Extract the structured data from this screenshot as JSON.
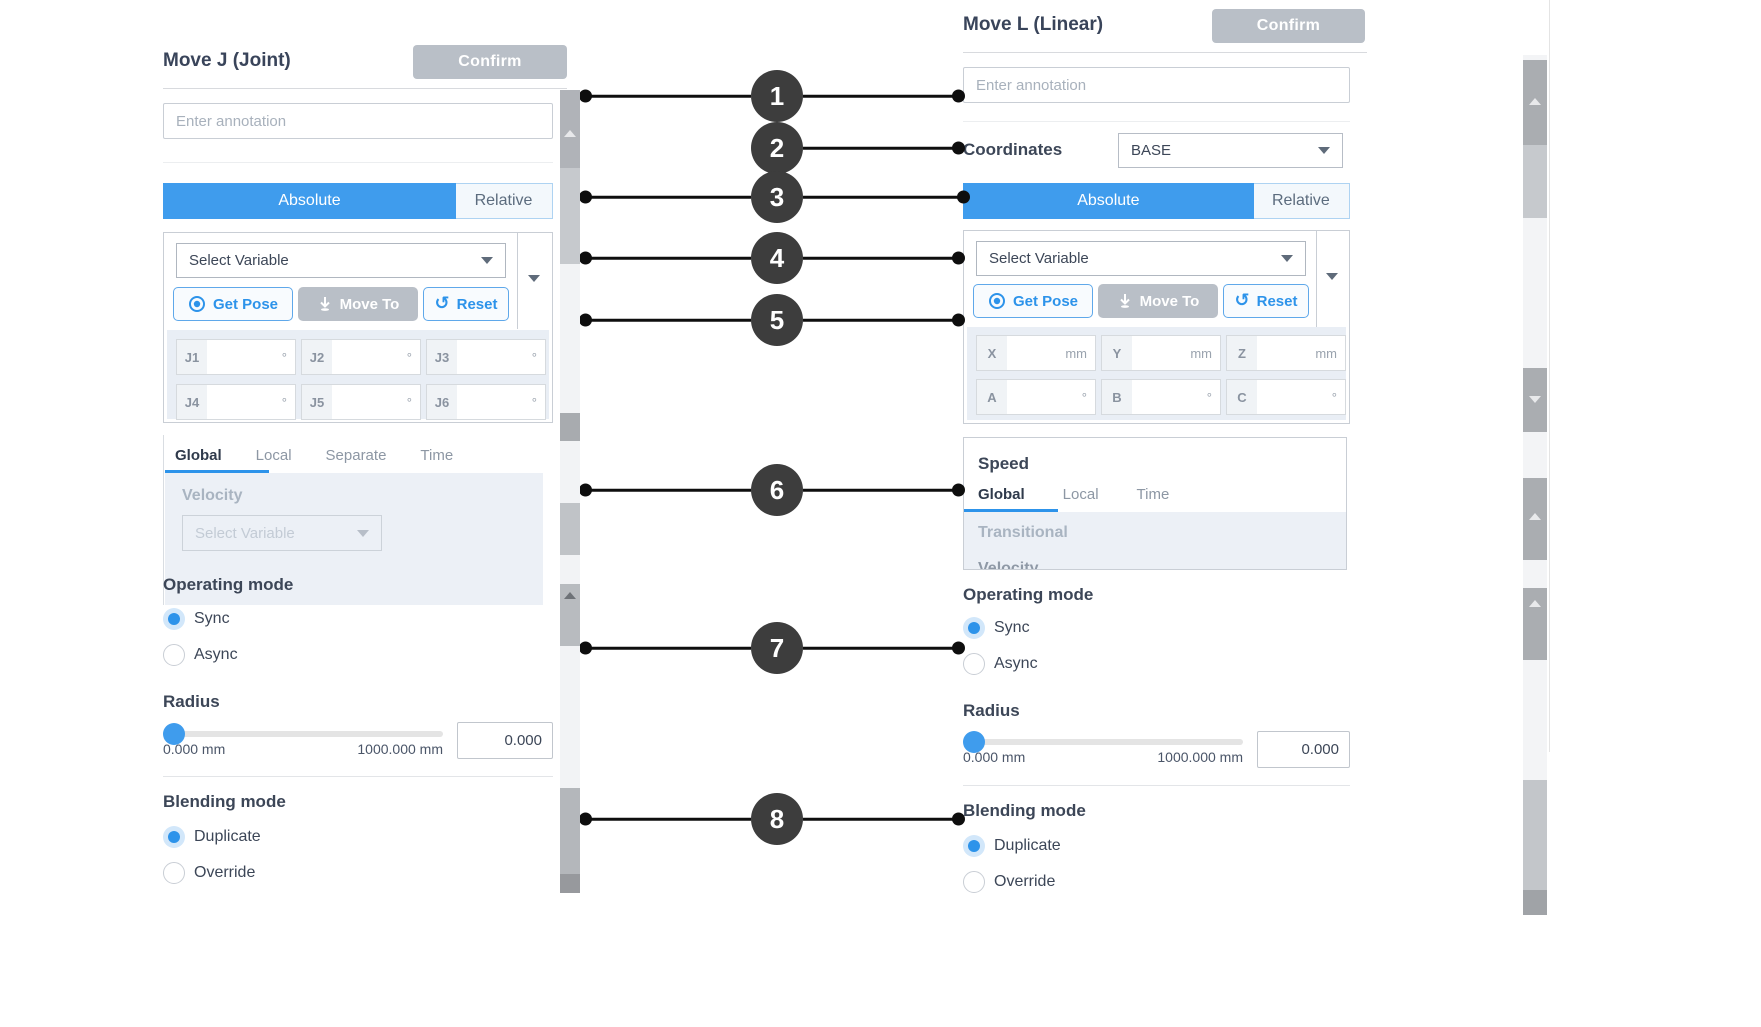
{
  "callouts": [
    "1",
    "2",
    "3",
    "4",
    "5",
    "6",
    "7",
    "8"
  ],
  "left": {
    "title": "Move J (Joint)",
    "confirm_label": "Confirm",
    "annotation_placeholder": "Enter annotation",
    "tabs": {
      "absolute": "Absolute",
      "relative": "Relative"
    },
    "variable_placeholder": "Select Variable",
    "buttons": {
      "get_pose": "Get Pose",
      "move_to": "Move To",
      "reset": "Reset"
    },
    "joints": [
      {
        "label": "J1",
        "unit": "°"
      },
      {
        "label": "J2",
        "unit": "°"
      },
      {
        "label": "J3",
        "unit": "°"
      },
      {
        "label": "J4",
        "unit": "°"
      },
      {
        "label": "J5",
        "unit": "°"
      },
      {
        "label": "J6",
        "unit": "°"
      }
    ],
    "speed_tabs": [
      "Global",
      "Local",
      "Separate",
      "Time"
    ],
    "velocity": {
      "label": "Velocity",
      "select_placeholder": "Select Variable"
    },
    "operating_mode": {
      "heading": "Operating mode",
      "options": [
        "Sync",
        "Async"
      ],
      "selected": "Sync"
    },
    "radius": {
      "heading": "Radius",
      "min_label": "0.000 mm",
      "max_label": "1000.000 mm",
      "value": "0.000"
    },
    "blending": {
      "heading": "Blending mode",
      "options": [
        "Duplicate",
        "Override"
      ],
      "selected": "Duplicate"
    }
  },
  "right": {
    "title": "Move L (Linear)",
    "confirm_label": "Confirm",
    "annotation_placeholder": "Enter annotation",
    "coordinates": {
      "label": "Coordinates",
      "value": "BASE"
    },
    "tabs": {
      "absolute": "Absolute",
      "relative": "Relative"
    },
    "variable_placeholder": "Select Variable",
    "buttons": {
      "get_pose": "Get Pose",
      "move_to": "Move To",
      "reset": "Reset"
    },
    "pose_fields": [
      {
        "label": "X",
        "unit": "mm"
      },
      {
        "label": "Y",
        "unit": "mm"
      },
      {
        "label": "Z",
        "unit": "mm"
      },
      {
        "label": "A",
        "unit": "°"
      },
      {
        "label": "B",
        "unit": "°"
      },
      {
        "label": "C",
        "unit": "°"
      }
    ],
    "speed": {
      "heading": "Speed",
      "tabs": [
        "Global",
        "Local",
        "Time"
      ],
      "transitional_label": "Transitional",
      "partial_label": "Velocity"
    },
    "operating_mode": {
      "heading": "Operating mode",
      "options": [
        "Sync",
        "Async"
      ],
      "selected": "Sync"
    },
    "radius": {
      "heading": "Radius",
      "min_label": "0.000 mm",
      "max_label": "1000.000 mm",
      "value": "0.000"
    },
    "blending": {
      "heading": "Blending mode",
      "options": [
        "Duplicate",
        "Override"
      ],
      "selected": "Duplicate"
    }
  }
}
